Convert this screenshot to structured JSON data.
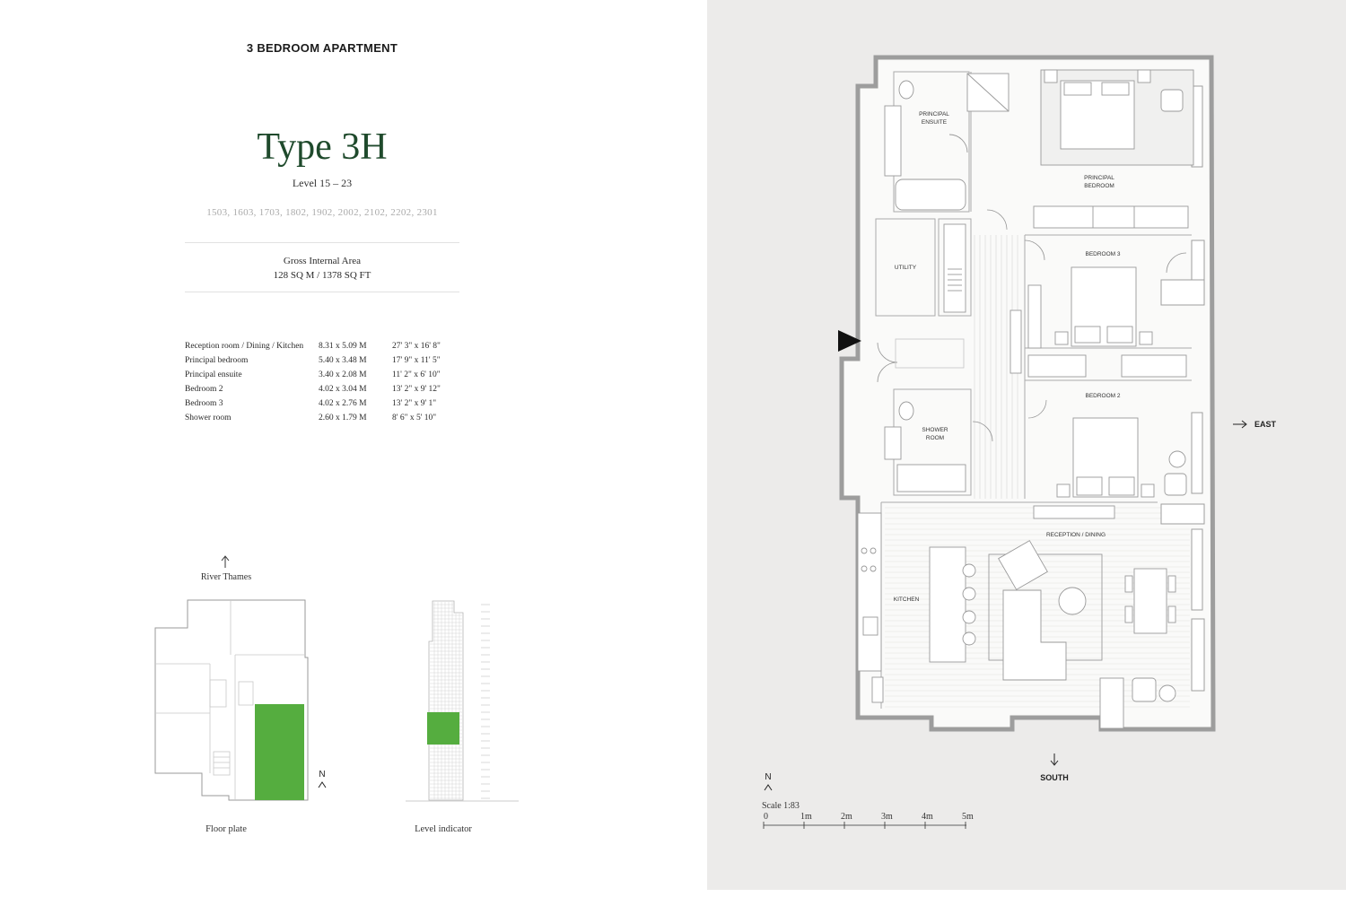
{
  "heading": {
    "overline": "3 BEDROOM APARTMENT",
    "title": "Type 3H",
    "level": "Level 15 – 23",
    "units": "1503, 1603, 1703, 1802, 1902, 2002, 2102, 2202, 2301"
  },
  "area": {
    "label": "Gross Internal Area",
    "value": "128 SQ M / 1378 SQ FT"
  },
  "rooms": [
    {
      "name": "Reception room / Dining / Kitchen",
      "metric": "8.31 x 5.09 M",
      "imperial": "27' 3\" x 16' 8\""
    },
    {
      "name": "Principal bedroom",
      "metric": "5.40 x 3.48 M",
      "imperial": "17' 9\" x 11' 5\""
    },
    {
      "name": "Principal ensuite",
      "metric": "3.40 x 2.08 M",
      "imperial": "11' 2\" x 6' 10\""
    },
    {
      "name": "Bedroom 2",
      "metric": "4.02 x 3.04 M",
      "imperial": "13' 2\" x 9' 12\""
    },
    {
      "name": "Bedroom 3",
      "metric": "4.02 x 2.76 M",
      "imperial": "13' 2\" x 9' 1\""
    },
    {
      "name": "Shower room",
      "metric": "2.60 x 1.79 M",
      "imperial": "8' 6\" x 5' 10\""
    }
  ],
  "floor_plate": {
    "river_label": "River Thames",
    "north": "N",
    "caption": "Floor plate"
  },
  "level_indicator": {
    "caption": "Level indicator"
  },
  "plan": {
    "labels": {
      "principal_ensuite_1": "PRINCIPAL",
      "principal_ensuite_2": "ENSUITE",
      "principal_bedroom_1": "PRINCIPAL",
      "principal_bedroom_2": "BEDROOM",
      "utility": "UTILITY",
      "bedroom3": "BEDROOM 3",
      "bedroom2": "BEDROOM 2",
      "shower_1": "SHOWER",
      "shower_2": "ROOM",
      "reception": "RECEPTION / DINING",
      "kitchen": "KITCHEN"
    },
    "east": "EAST",
    "south": "SOUTH",
    "north": "N",
    "scale": "Scale 1:83",
    "scale_ticks": [
      "0",
      "1m",
      "2m",
      "3m",
      "4m",
      "5m"
    ]
  },
  "colors": {
    "highlight_green": "#55ad3f",
    "title_green": "#1f4a2c",
    "panel_grey": "#ecebea"
  }
}
